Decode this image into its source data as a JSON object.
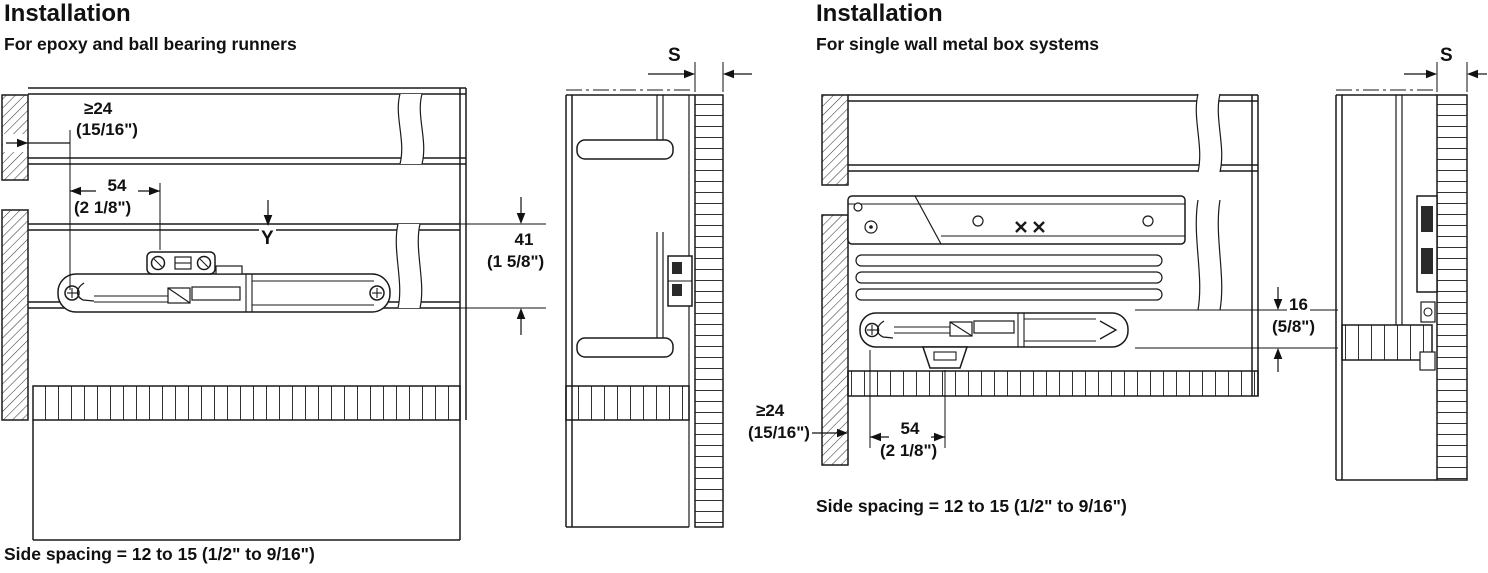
{
  "left": {
    "title": "Installation",
    "subtitle": "For epoxy and ball bearing runners",
    "side_spacing": "Side spacing = 12 to 15 (1/2\" to 9/16\")",
    "dims": {
      "front_clearance_mm": "≥24",
      "front_clearance_in": "(15/16\")",
      "bracket_offset_mm": "54",
      "bracket_offset_in": "(2 1/8\")",
      "variable_height": "Y",
      "front_gap_mm": "41",
      "front_gap_in": "(1 5/8\")",
      "side_panel_thickness": "S"
    }
  },
  "right": {
    "title": "Installation",
    "subtitle": "For single wall metal box systems",
    "side_spacing": "Side spacing = 12 to 15 (1/2\" to 9/16\")",
    "dims": {
      "front_clearance_mm": "≥24",
      "front_clearance_in": "(15/16\")",
      "bracket_offset_mm": "54",
      "bracket_offset_in": "(2 1/8\")",
      "bottom_clearance_mm": "16",
      "bottom_clearance_in": "(5/8\")",
      "side_panel_thickness": "S"
    }
  },
  "drawing_color": "#1a1a1a"
}
